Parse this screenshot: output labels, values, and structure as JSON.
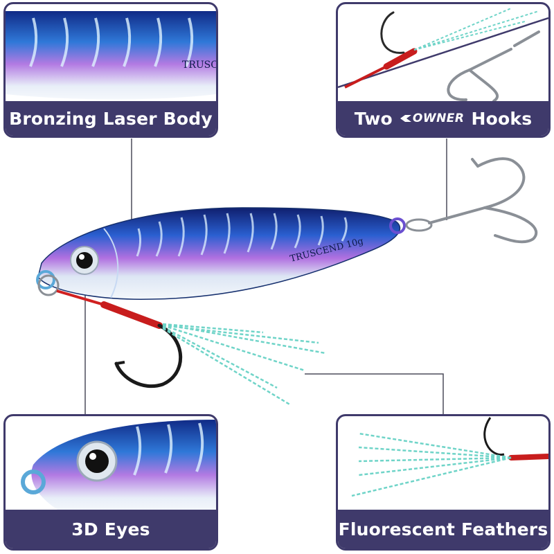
{
  "features": {
    "laser_body": {
      "caption": "Bronzing Laser Body",
      "thumb_text": "TRUSC"
    },
    "hooks": {
      "caption_before": "Two",
      "brand": "OWNER",
      "caption_after": "Hooks"
    },
    "eyes": {
      "caption": "3D Eyes"
    },
    "feathers": {
      "caption": "Fluorescent Feathers"
    }
  },
  "lure": {
    "label": "TRUSCEND 10g"
  },
  "colors": {
    "panel_border": "#3f3a6b",
    "caption_bg": "#3f3a6b",
    "lure_blue": "#1d3fae",
    "lure_purple": "#9b4fd8",
    "lure_belly": "#e6f0fb",
    "hook_steel": "#8a8f96",
    "thread_red": "#d02020",
    "feather_teal": "#6fd4c8"
  }
}
